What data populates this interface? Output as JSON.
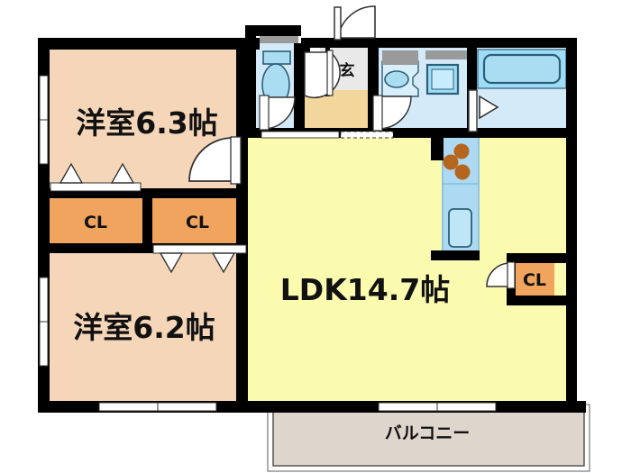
{
  "plan": {
    "title": "間取り図",
    "layout_type": "2LDK",
    "colors": {
      "wall": "#000000",
      "bedroom_fill": "#f6d6b8",
      "ldk_fill": "#fbfbb0",
      "closet_fill": "#f0a45e",
      "water_fill": "#d5eaf8",
      "fixture_fill": "#aadcf2",
      "bath_fill": "#9fdcf5",
      "genkan_fill": "#f2d69b",
      "entry_tile": "#e9e9e9",
      "balcony_fill": "#ded5cd",
      "shelf_gray": "#9a9a9a",
      "burner": "#b5651d",
      "door_white": "#ffffff"
    },
    "rooms": [
      {
        "id": "bedroom-1",
        "label": "洋室6.3帖",
        "size": "6.3",
        "unit": "帖",
        "kind": "western-room"
      },
      {
        "id": "bedroom-2",
        "label": "洋室6.2帖",
        "size": "6.2",
        "unit": "帖",
        "kind": "western-room"
      },
      {
        "id": "ldk",
        "label": "LDK14.7帖",
        "size": "14.7",
        "unit": "帖",
        "kind": "living-dining-kitchen"
      },
      {
        "id": "balcony",
        "label": "バルコニー",
        "kind": "balcony"
      },
      {
        "id": "genkan",
        "label": "玄",
        "kind": "entrance"
      }
    ],
    "closets": [
      {
        "id": "closet-1",
        "label": "CL"
      },
      {
        "id": "closet-2",
        "label": "CL"
      },
      {
        "id": "closet-3",
        "label": "CL"
      }
    ],
    "fixtures": [
      {
        "id": "toilet",
        "name": "toilet-fixture"
      },
      {
        "id": "washbasin",
        "name": "washbasin-fixture"
      },
      {
        "id": "washer",
        "name": "washing-machine-space"
      },
      {
        "id": "bathtub",
        "name": "bathtub-fixture"
      },
      {
        "id": "stove",
        "name": "gas-stove-3-burner",
        "burners": 3
      },
      {
        "id": "sink",
        "name": "kitchen-sink"
      },
      {
        "id": "shoebox",
        "name": "shoe-cabinet"
      }
    ]
  }
}
